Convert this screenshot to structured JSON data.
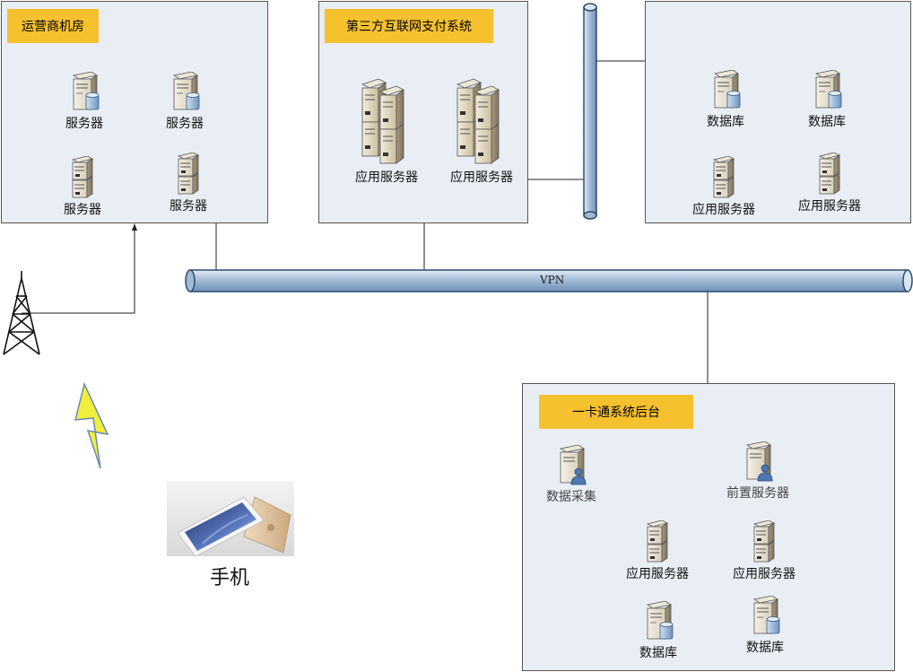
{
  "operator": {
    "title": "运营商机房",
    "nodes": [
      {
        "label": "服务器",
        "icon": "database-server-icon"
      },
      {
        "label": "服务器",
        "icon": "database-server-icon"
      },
      {
        "label": "服务器",
        "icon": "rack-server-icon"
      },
      {
        "label": "服务器",
        "icon": "rack-server-icon"
      }
    ]
  },
  "payment": {
    "title": "第三方互联网支付系统",
    "nodes": [
      {
        "label": "应用服务器",
        "icon": "server-cluster-icon"
      },
      {
        "label": "应用服务器",
        "icon": "server-cluster-icon"
      }
    ]
  },
  "backend_right": {
    "nodes": [
      {
        "label": "数据库",
        "icon": "database-server-icon"
      },
      {
        "label": "数据库",
        "icon": "database-server-icon"
      },
      {
        "label": "应用服务器",
        "icon": "rack-server-icon"
      },
      {
        "label": "应用服务器",
        "icon": "rack-server-icon"
      }
    ]
  },
  "vpn": {
    "label": "VPN"
  },
  "card_system": {
    "title": "一卡通系统后台",
    "nodes": [
      {
        "label": "数据采集",
        "icon": "user-server-icon"
      },
      {
        "label": "前置服务器",
        "icon": "user-server-icon"
      },
      {
        "label": "应用服务器",
        "icon": "rack-server-icon"
      },
      {
        "label": "应用服务器",
        "icon": "rack-server-icon"
      },
      {
        "label": "数据库",
        "icon": "database-server-icon"
      },
      {
        "label": "数据库",
        "icon": "database-server-icon"
      }
    ]
  },
  "phone": {
    "label": "手机"
  },
  "colors": {
    "panel": "#e9eef5",
    "title_bg": "#f6c12e",
    "pipe": "#b7cde4"
  }
}
